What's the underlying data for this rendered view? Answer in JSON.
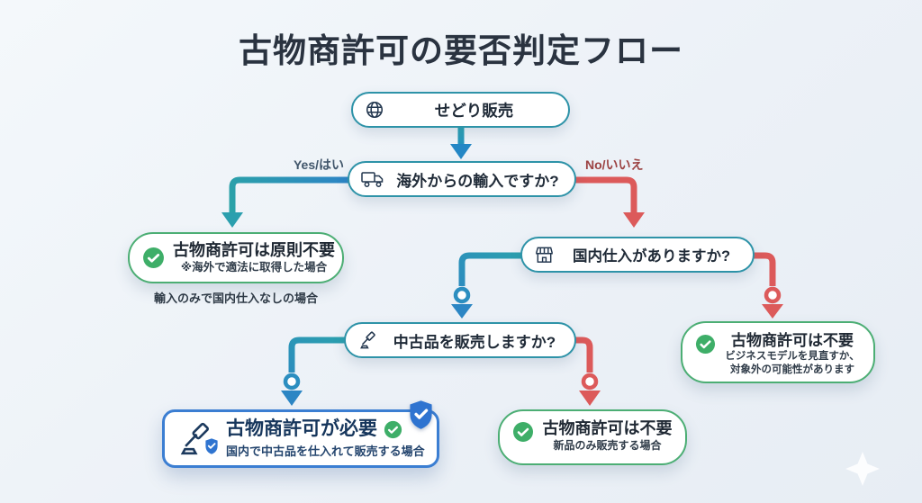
{
  "title": "古物商許可の要否判定フロー",
  "branch_labels": {
    "yes": "Yes/はい",
    "no": "No/いいえ"
  },
  "nodes": {
    "start": {
      "label": "せどり販売",
      "icon": "globe-icon"
    },
    "q_overseas": {
      "label": "海外からの輸入ですか?",
      "icon": "truck-icon"
    },
    "q_domestic": {
      "label": "国内仕入がありますか?",
      "icon": "storefront-icon"
    },
    "q_used": {
      "label": "中古品を販売しますか?",
      "icon": "gavel-icon"
    }
  },
  "results": {
    "principle_not_required": {
      "title": "古物商許可は原則不要",
      "subtitle": "※海外で適法に取得した場合",
      "caption": "輸入のみで国内仕入なしの場合",
      "icon": "check-circle-icon"
    },
    "not_required_review": {
      "title": "古物商許可は不要",
      "line1": "ビジネスモデルを見直すか、",
      "line2": "対象外の可能性があります",
      "icon": "check-circle-icon"
    },
    "required": {
      "title": "古物商許可が必要",
      "subtitle": "国内で中古品を仕入れて販売する場合",
      "icons": [
        "gavel-icon",
        "shield-check-icon",
        "check-circle-icon"
      ]
    },
    "not_required_new": {
      "title": "古物商許可は不要",
      "subtitle": "新品のみ販売する場合",
      "icon": "check-circle-icon"
    }
  },
  "colors": {
    "background": "#edf2f7",
    "title_text": "#2a3340",
    "question_border": "#2e93a8",
    "result_border_green": "#4cae74",
    "required_border_blue": "#3b7ed2",
    "required_text_navy": "#16365c",
    "arrow_blue": "#2c86c4",
    "arrow_teal": "#2ba4ae",
    "arrow_red": "#dc5a5a",
    "check_green": "#3eae68",
    "shield_blue": "#2f74d0",
    "yes_label_text": "#41566b",
    "no_label_text": "#9c4343"
  }
}
